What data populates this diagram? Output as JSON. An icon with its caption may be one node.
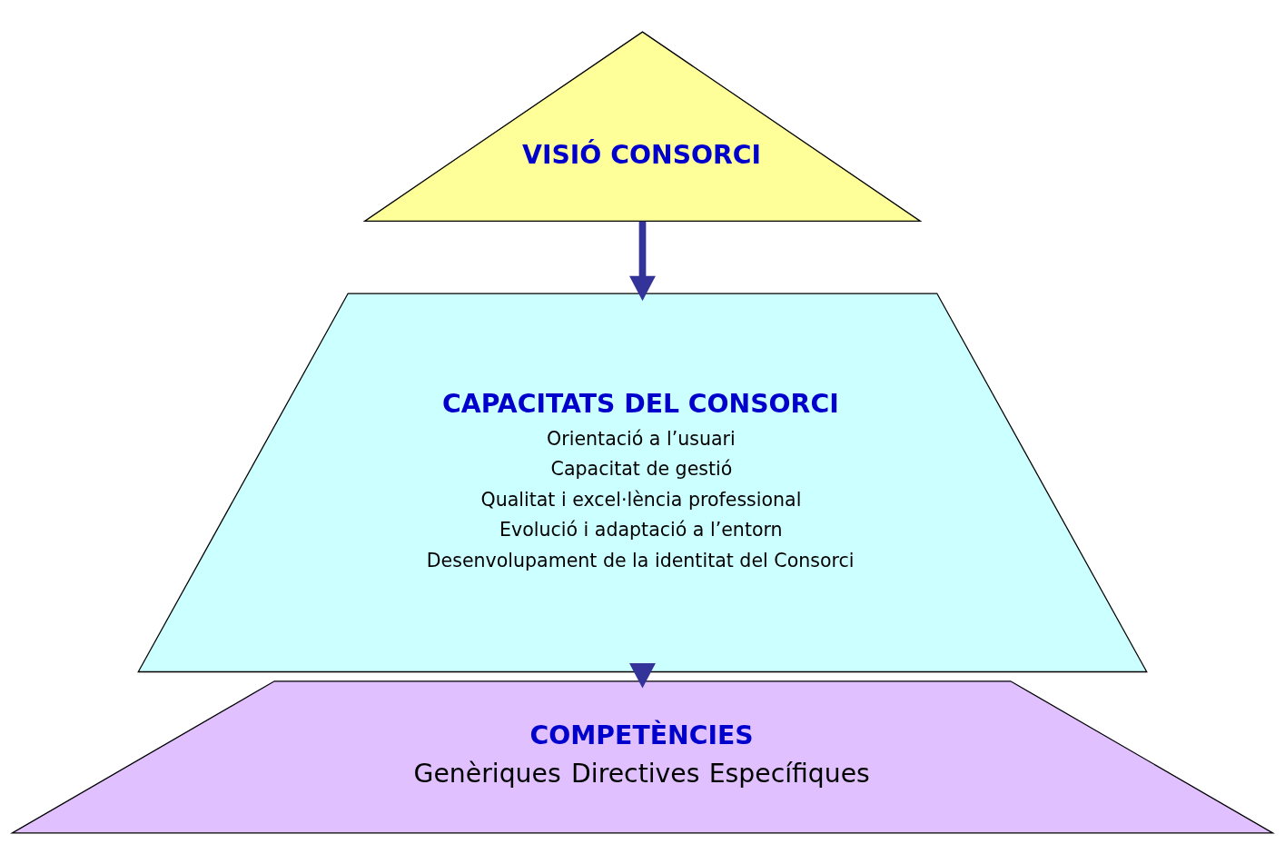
{
  "diagram": {
    "nodes": [
      {
        "text": [
          "VISIÓ CONSORCI"
        ]
      },
      {
        "text": [
          "CAPACITATS DEL CONSORCI",
          "Orientació a l’usuari",
          "Capacitat de gestió",
          "Qualitat i excel·lència professional",
          "Evolució i adaptació a l’entorn",
          "Desenvolupament de la identitat del Consorci"
        ]
      },
      {
        "text": [
          "COMPETÈNCIES",
          "Genèriques",
          "Directives",
          "Específiques"
        ]
      }
    ],
    "edges": [
      {
        "from": 0,
        "to": 1,
        "arrow": "to"
      },
      {
        "from": 1,
        "to": 2,
        "arrow": "to"
      }
    ]
  }
}
